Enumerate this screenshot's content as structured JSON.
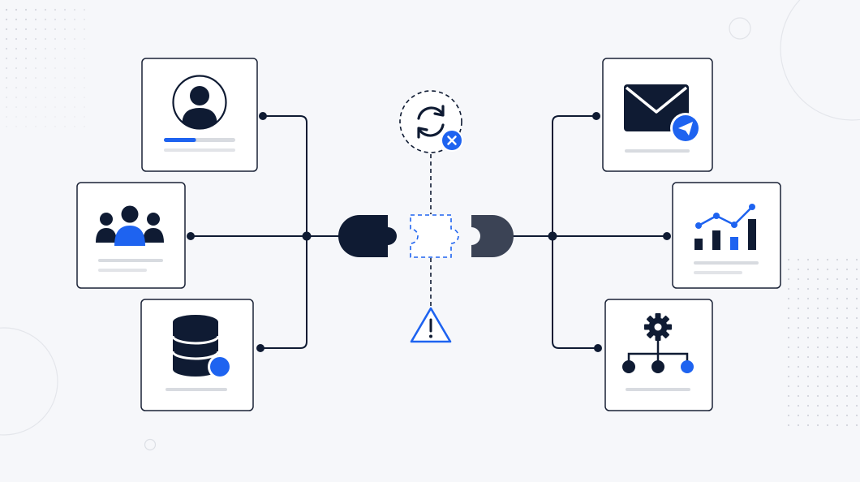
{
  "colors": {
    "background": "#f6f7fa",
    "navy": "#0f1b33",
    "slate": "#3b4355",
    "accent_blue": "#1e63f0",
    "placeholder_gray": "#d8dbe0",
    "card_border": "#1a2236",
    "card_fill": "#ffffff"
  },
  "left_cards": [
    {
      "icon": "user-avatar-icon",
      "progress_fraction": 0.45
    },
    {
      "icon": "team-group-icon"
    },
    {
      "icon": "database-icon"
    }
  ],
  "right_cards": [
    {
      "icon": "envelope-send-icon"
    },
    {
      "icon": "analytics-chart-icon"
    },
    {
      "icon": "workflow-gear-icon"
    }
  ],
  "center": {
    "top_icon": "sync-error-icon",
    "bottom_icon": "warning-triangle-icon",
    "left_piece": "puzzle-piece-left",
    "missing_piece": "puzzle-piece-missing",
    "right_piece": "puzzle-piece-right"
  }
}
